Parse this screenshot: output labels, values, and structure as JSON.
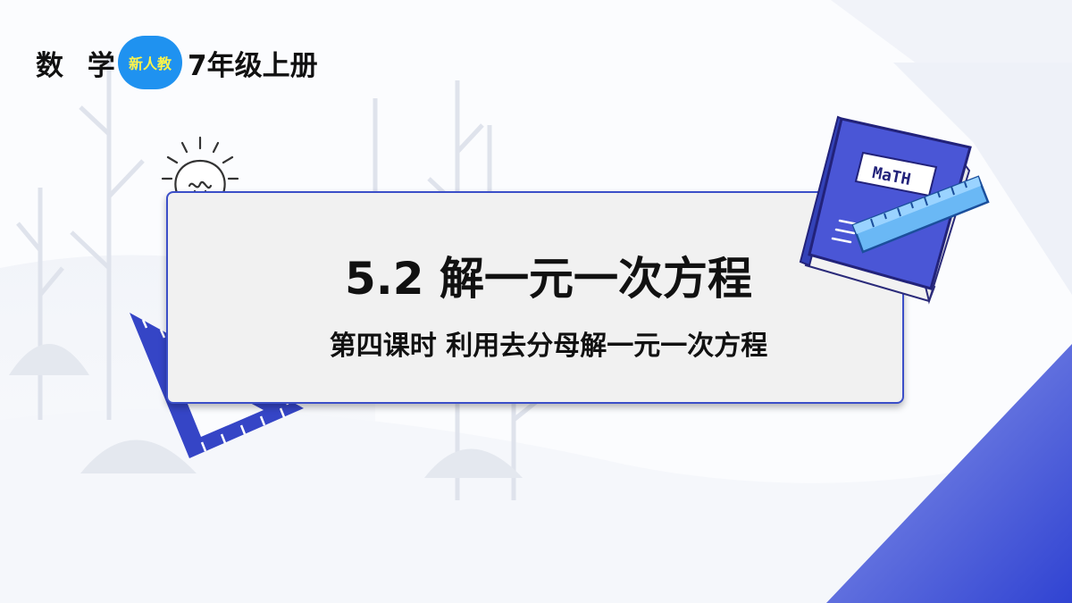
{
  "header": {
    "subject": "数 学",
    "publisher_badge": "新人教",
    "grade": "7年级上册"
  },
  "lesson": {
    "title": "5.2  解一元一次方程",
    "subtitle": "第四课时   利用去分母解一元一次方程"
  },
  "book": {
    "cover_label": "MaTH"
  },
  "colors": {
    "accent_blue": "#3b4fc8",
    "badge_blue": "#1f92f0",
    "badge_text_yellow": "#fff44a",
    "ruler_blue": "#2f8fe8"
  },
  "icons": [
    "lightbulb-icon",
    "triangle-ruler-icon",
    "math-book-icon",
    "ruler-icon"
  ]
}
